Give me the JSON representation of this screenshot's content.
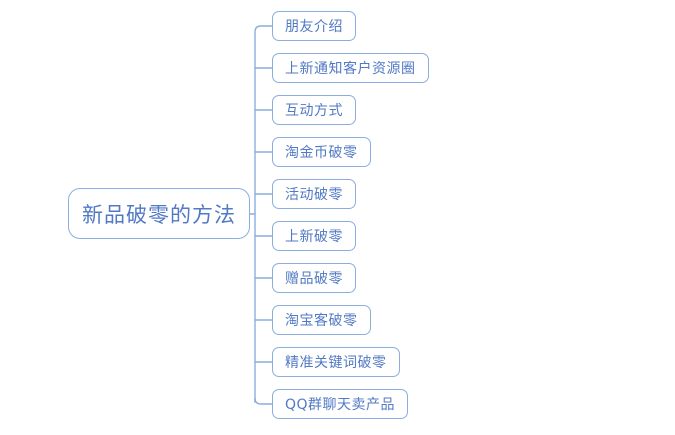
{
  "diagram": {
    "type": "mind-map",
    "orientation": "left-root-right-branches",
    "background_color": "#ffffff",
    "node_border_color": "#8CAEDE",
    "node_text_color": "#5179C4",
    "connector_color": "#8CAEDE",
    "root": {
      "label": "新品破零的方法"
    },
    "branches": [
      {
        "label": "朋友介绍"
      },
      {
        "label": "上新通知客户资源圈"
      },
      {
        "label": "互动方式"
      },
      {
        "label": "淘金币破零"
      },
      {
        "label": "活动破零"
      },
      {
        "label": "上新破零"
      },
      {
        "label": "赠品破零"
      },
      {
        "label": "淘宝客破零"
      },
      {
        "label": "精准关键词破零"
      },
      {
        "label": "QQ群聊天卖产品"
      }
    ]
  }
}
